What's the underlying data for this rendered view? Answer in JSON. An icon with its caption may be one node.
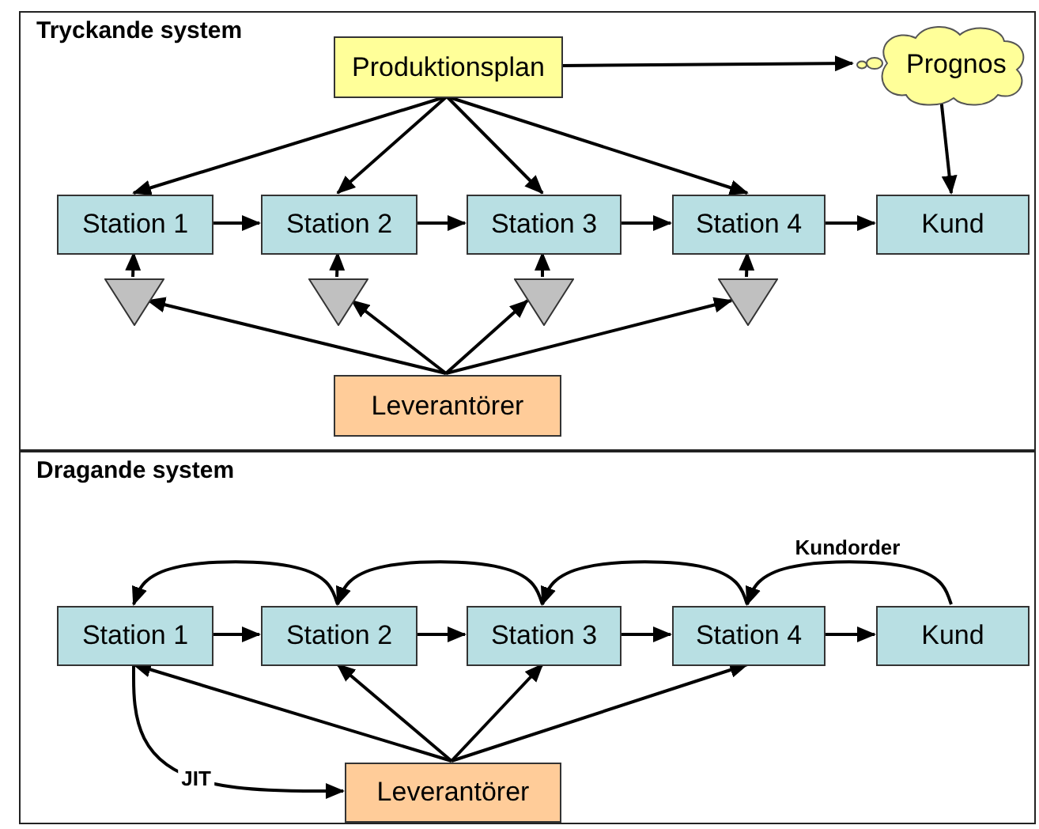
{
  "diagram": {
    "nodes": [
      {
        "text": [
          "Tryckande system"
        ]
      },
      {
        "text": [
          "Produktionsplan"
        ],
        "in": 0
      },
      {
        "text": [
          "Prognos"
        ],
        "in": 0
      },
      {
        "text": [
          "Station 1"
        ],
        "in": 0
      },
      {
        "text": [
          "Station 2"
        ],
        "in": 0
      },
      {
        "text": [
          "Station 3"
        ],
        "in": 0
      },
      {
        "text": [
          "Station 4"
        ],
        "in": 0
      },
      {
        "text": [
          "Kund"
        ],
        "in": 0
      },
      {
        "text": [],
        "shape": "triangle",
        "in": 0
      },
      {
        "text": [],
        "shape": "triangle",
        "in": 0
      },
      {
        "text": [],
        "shape": "triangle",
        "in": 0
      },
      {
        "text": [],
        "shape": "triangle",
        "in": 0
      },
      {
        "text": [
          "Leverantörer"
        ],
        "in": 0
      },
      {
        "text": [
          "Dragande system"
        ]
      },
      {
        "text": [
          "Station 1"
        ],
        "in": 13
      },
      {
        "text": [
          "Station 2"
        ],
        "in": 13
      },
      {
        "text": [
          "Station 3"
        ],
        "in": 13
      },
      {
        "text": [
          "Station 4"
        ],
        "in": 13
      },
      {
        "text": [
          "Kund"
        ],
        "in": 13
      },
      {
        "text": [
          "Leverantörer"
        ],
        "in": 13
      }
    ],
    "edges": [
      {
        "from": 1,
        "to": 2,
        "arrow": "to"
      },
      {
        "from": 2,
        "to": 7,
        "arrow": "to"
      },
      {
        "from": 1,
        "to": 3,
        "arrow": "to"
      },
      {
        "from": 1,
        "to": 4,
        "arrow": "to"
      },
      {
        "from": 1,
        "to": 5,
        "arrow": "to"
      },
      {
        "from": 1,
        "to": 6,
        "arrow": "to"
      },
      {
        "from": 3,
        "to": 4,
        "arrow": "to"
      },
      {
        "from": 4,
        "to": 5,
        "arrow": "to"
      },
      {
        "from": 5,
        "to": 6,
        "arrow": "to"
      },
      {
        "from": 6,
        "to": 7,
        "arrow": "to"
      },
      {
        "from": 8,
        "to": 3,
        "arrow": "to"
      },
      {
        "from": 9,
        "to": 4,
        "arrow": "to"
      },
      {
        "from": 10,
        "to": 5,
        "arrow": "to"
      },
      {
        "from": 11,
        "to": 6,
        "arrow": "to"
      },
      {
        "from": 12,
        "to": 8,
        "arrow": "to"
      },
      {
        "from": 12,
        "to": 9,
        "arrow": "to"
      },
      {
        "from": 12,
        "to": 10,
        "arrow": "to"
      },
      {
        "from": 12,
        "to": 11,
        "arrow": "to"
      },
      {
        "from": 15,
        "to": 14,
        "arrow": "to"
      },
      {
        "from": 16,
        "to": 15,
        "arrow": "to"
      },
      {
        "from": 17,
        "to": 16,
        "arrow": "to"
      },
      {
        "from": 18,
        "to": 17,
        "arrow": "to",
        "label": "Kundorder"
      },
      {
        "from": 14,
        "to": 15,
        "arrow": "to"
      },
      {
        "from": 15,
        "to": 16,
        "arrow": "to"
      },
      {
        "from": 16,
        "to": 17,
        "arrow": "to"
      },
      {
        "from": 17,
        "to": 18,
        "arrow": "to"
      },
      {
        "from": 19,
        "to": 14,
        "arrow": "to"
      },
      {
        "from": 19,
        "to": 15,
        "arrow": "to"
      },
      {
        "from": 19,
        "to": 16,
        "arrow": "to"
      },
      {
        "from": 19,
        "to": 17,
        "arrow": "to"
      },
      {
        "from": 14,
        "to": 19,
        "arrow": "to",
        "label": "JIT"
      }
    ]
  }
}
